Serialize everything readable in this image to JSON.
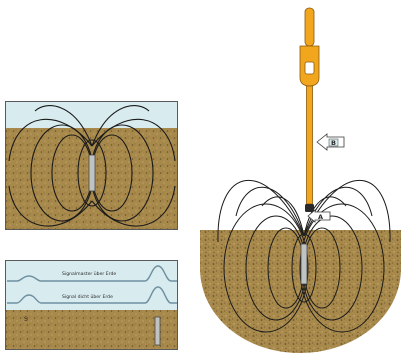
{
  "colors": {
    "sky": "#d8ecef",
    "soil": "#a8894c",
    "soil_dark": "#6a5328",
    "field_line": "#1a1a1a",
    "probe": "#bfc3c3",
    "probe_edge": "#4a4a4a",
    "wand": "#f2a61e",
    "wand_edge": "#8a5a0f",
    "signal_line": "#6e8fa0"
  },
  "bottom_panel": {
    "label_surface": "Signalmaster über Erde",
    "label_ground": "Signal dicht über Erde",
    "mark_s": "S"
  },
  "device": {
    "label_b": "B",
    "label_a": "A"
  },
  "icons": [
    "arrow-left-icon"
  ]
}
